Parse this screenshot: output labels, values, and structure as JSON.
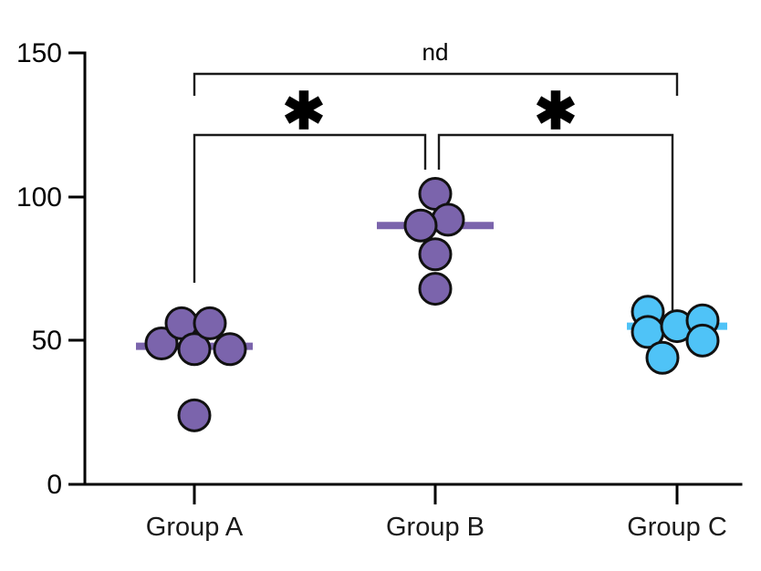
{
  "chart_data": {
    "type": "scatter",
    "title": "",
    "xlabel": "",
    "ylabel": "",
    "categories": [
      "Group A",
      "Group B",
      "Group C"
    ],
    "ylim": [
      0,
      150
    ],
    "yticks": [
      0,
      50,
      100,
      150
    ],
    "ytick_labels": [
      "0",
      "50",
      "100",
      "150"
    ],
    "grid": false,
    "legend": "none",
    "series": [
      {
        "name": "Group A",
        "color": "#7B64AC",
        "mean": 48,
        "values": [
          49,
          56,
          47,
          56,
          47,
          24
        ],
        "points": [
          {
            "value": 49,
            "offset": -36
          },
          {
            "value": 56,
            "offset": -14
          },
          {
            "value": 47,
            "offset": 0
          },
          {
            "value": 56,
            "offset": 17
          },
          {
            "value": 47,
            "offset": 39
          },
          {
            "value": 24,
            "offset": 0
          }
        ]
      },
      {
        "name": "Group B",
        "color": "#7B64AC",
        "mean": 90,
        "values": [
          101,
          92,
          90,
          80,
          68
        ],
        "points": [
          {
            "value": 101,
            "offset": 0
          },
          {
            "value": 92,
            "offset": 14
          },
          {
            "value": 90,
            "offset": -16
          },
          {
            "value": 80,
            "offset": 0
          },
          {
            "value": 68,
            "offset": 0
          }
        ]
      },
      {
        "name": "Group C",
        "color": "#4FC3F7",
        "mean": 55,
        "values": [
          60,
          53,
          44,
          55,
          57,
          50
        ],
        "points": [
          {
            "value": 60,
            "offset": -32
          },
          {
            "value": 53,
            "offset": -32
          },
          {
            "value": 44,
            "offset": -16
          },
          {
            "value": 55,
            "offset": 0
          },
          {
            "value": 57,
            "offset": 28
          },
          {
            "value": 50,
            "offset": 28
          }
        ]
      }
    ],
    "annotations": [
      {
        "label": "nd",
        "from": "Group A",
        "to": "Group C",
        "level": "top"
      },
      {
        "label": "✱",
        "from": "Group A",
        "to": "Group B",
        "level": "lower"
      },
      {
        "label": "✱",
        "from": "Group B",
        "to": "Group C",
        "level": "lower"
      }
    ]
  },
  "axis": {
    "y_tick_150": "150",
    "y_tick_100": "100",
    "y_tick_50": "50",
    "y_tick_0": "0",
    "x_cat_a": "Group A",
    "x_cat_b": "Group B",
    "x_cat_c": "Group C"
  },
  "significance": {
    "nd_label": "nd",
    "star_ab": "✱",
    "star_bc": "✱"
  },
  "colors": {
    "purple": "#7B64AC",
    "blue": "#4FC3F7",
    "outline": "#111111",
    "axis": "#000000"
  }
}
